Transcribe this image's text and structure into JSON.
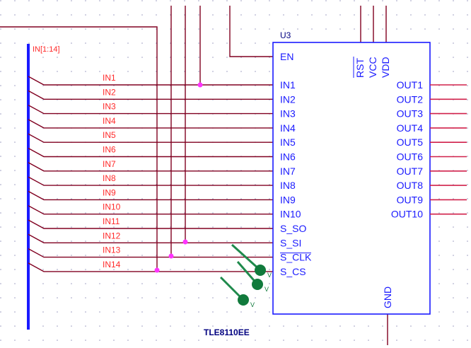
{
  "colors": {
    "background": "#ffffff",
    "grid_dots": "#9a9ac0",
    "wire": "#800020",
    "pin": "#d0204a",
    "component_outline": "#1a1aff",
    "bus": "#1a1aff",
    "net_label": "#ff2a2a",
    "junction": "#ff33ff",
    "probe": "#117a3c"
  },
  "bus": {
    "label": "IN[1:14]"
  },
  "net_labels": [
    "IN1",
    "IN2",
    "IN3",
    "IN4",
    "IN5",
    "IN6",
    "IN7",
    "IN8",
    "IN9",
    "IN10",
    "IN11",
    "IN12",
    "IN13",
    "IN14"
  ],
  "component": {
    "ref": "U3",
    "part": "TLE8110EE",
    "left_pins": [
      "EN",
      "IN1",
      "IN2",
      "IN3",
      "IN4",
      "IN5",
      "IN6",
      "IN7",
      "IN8",
      "IN9",
      "IN10",
      "S_SO",
      "S_SI",
      "S_CLK",
      "S_CS"
    ],
    "top_pins": [
      "RST",
      "VCC",
      "VDD"
    ],
    "right_pins": [
      "OUT1",
      "OUT2",
      "OUT3",
      "OUT4",
      "OUT5",
      "OUT6",
      "OUT7",
      "OUT8",
      "OUT9",
      "OUT10"
    ],
    "bottom_pins": [
      "GND"
    ]
  },
  "probes": [
    {
      "label": "V"
    },
    {
      "label": "V"
    },
    {
      "label": "V"
    }
  ]
}
